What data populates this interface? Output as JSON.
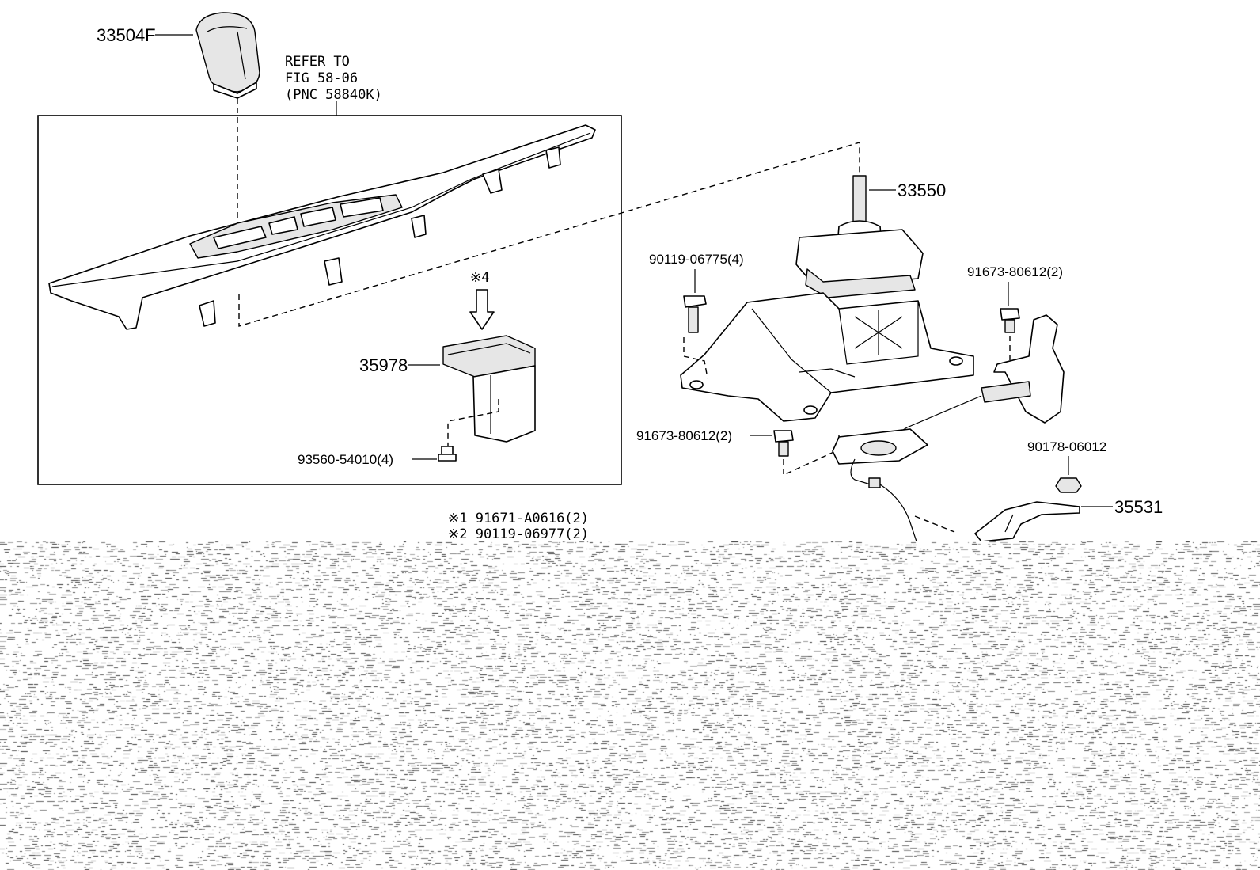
{
  "labels": {
    "knob": "33504F",
    "refer_line1": "REFER TO",
    "refer_line2": "FIG 58-06",
    "refer_line3": "(PNC 58840K)",
    "note4_mark": "※4",
    "switch": "35978",
    "screw_switch": "93560-54010(4)",
    "shifter": "33550",
    "bolt_left": "90119-06775(4)",
    "bolt_right": "91673-80612(2)",
    "bolt_mid": "91673-80612(2)",
    "nut": "90178-06012",
    "bracket": "35531",
    "note1": "※1  91671-A0616(2)",
    "note2": "※2  90119-06977(2)"
  }
}
